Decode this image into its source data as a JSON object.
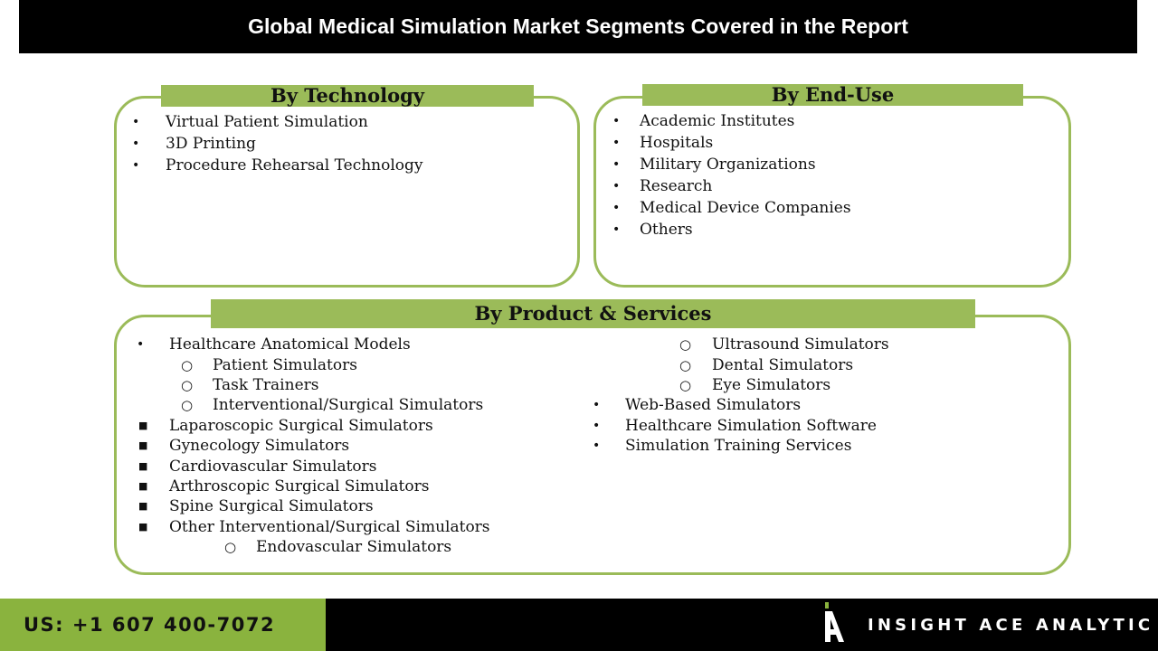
{
  "title": "Global Medical Simulation Market Segments Covered in the Report",
  "technology": {
    "heading": "By Technology",
    "items": [
      "Virtual Patient Simulation",
      "3D Printing",
      "Procedure Rehearsal Technology"
    ]
  },
  "end_use": {
    "heading": "By End-Use",
    "items": [
      "Academic Institutes",
      "Hospitals",
      "Military Organizations",
      "Research",
      "Medical Device Companies",
      "Others"
    ]
  },
  "product_services": {
    "heading": "By Product & Services",
    "left_items": [
      "Healthcare Anatomical Models",
      "Patient Simulators",
      "Task Trainers",
      "Interventional/Surgical Simulators",
      "Laparoscopic Surgical Simulators",
      "Gynecology Simulators",
      "Cardiovascular Simulators",
      "Arthroscopic Surgical Simulators",
      "Spine Surgical Simulators",
      "Other Interventional/Surgical Simulators",
      "Endovascular Simulators"
    ],
    "right_items": [
      "Ultrasound Simulators",
      "Dental Simulators",
      "Eye Simulators",
      "Web-Based Simulators",
      "Healthcare Simulation Software",
      "Simulation Training Services"
    ]
  },
  "footer": {
    "phone": "US: +1 607 400-7072",
    "brand": "INSIGHT ACE ANALYTIC"
  },
  "colors": {
    "accent_green": "#9bbb59",
    "footer_green": "#8ab33e",
    "title_bar": "#000000"
  },
  "icons": [
    "insight-ace-logo-icon"
  ]
}
